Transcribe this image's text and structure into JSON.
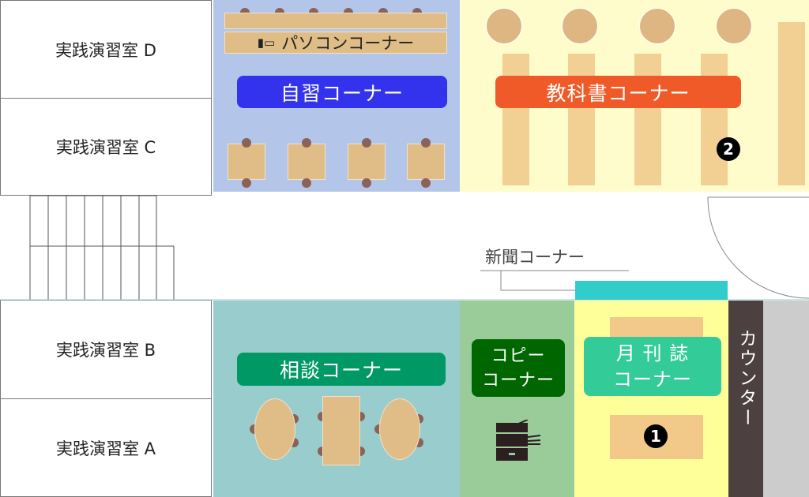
{
  "rooms": {
    "d": "実践演習室 D",
    "c": "実践演習室 C",
    "b": "実践演習室 B",
    "a": "実践演習室 A"
  },
  "pc_corner": "パソコンコーナー",
  "self_study": "自習コーナー",
  "textbook": "教科書コーナー",
  "newspaper": "新聞コーナー",
  "consultation": "相談コーナー",
  "copy": {
    "line1": "コピー",
    "line2": "コーナー"
  },
  "magazine": {
    "line1": "月 刊 誌",
    "line2": "コーナー"
  },
  "counter": "カウンター",
  "badges": {
    "one": "1",
    "two": "2"
  },
  "colors": {
    "self_study": "#3333ee",
    "textbook": "#f05a28",
    "consultation": "#009966",
    "copy": "#006600",
    "magazine": "#33cc99",
    "newspaper_rack": "#33cccc",
    "counter": "#4d4040"
  }
}
